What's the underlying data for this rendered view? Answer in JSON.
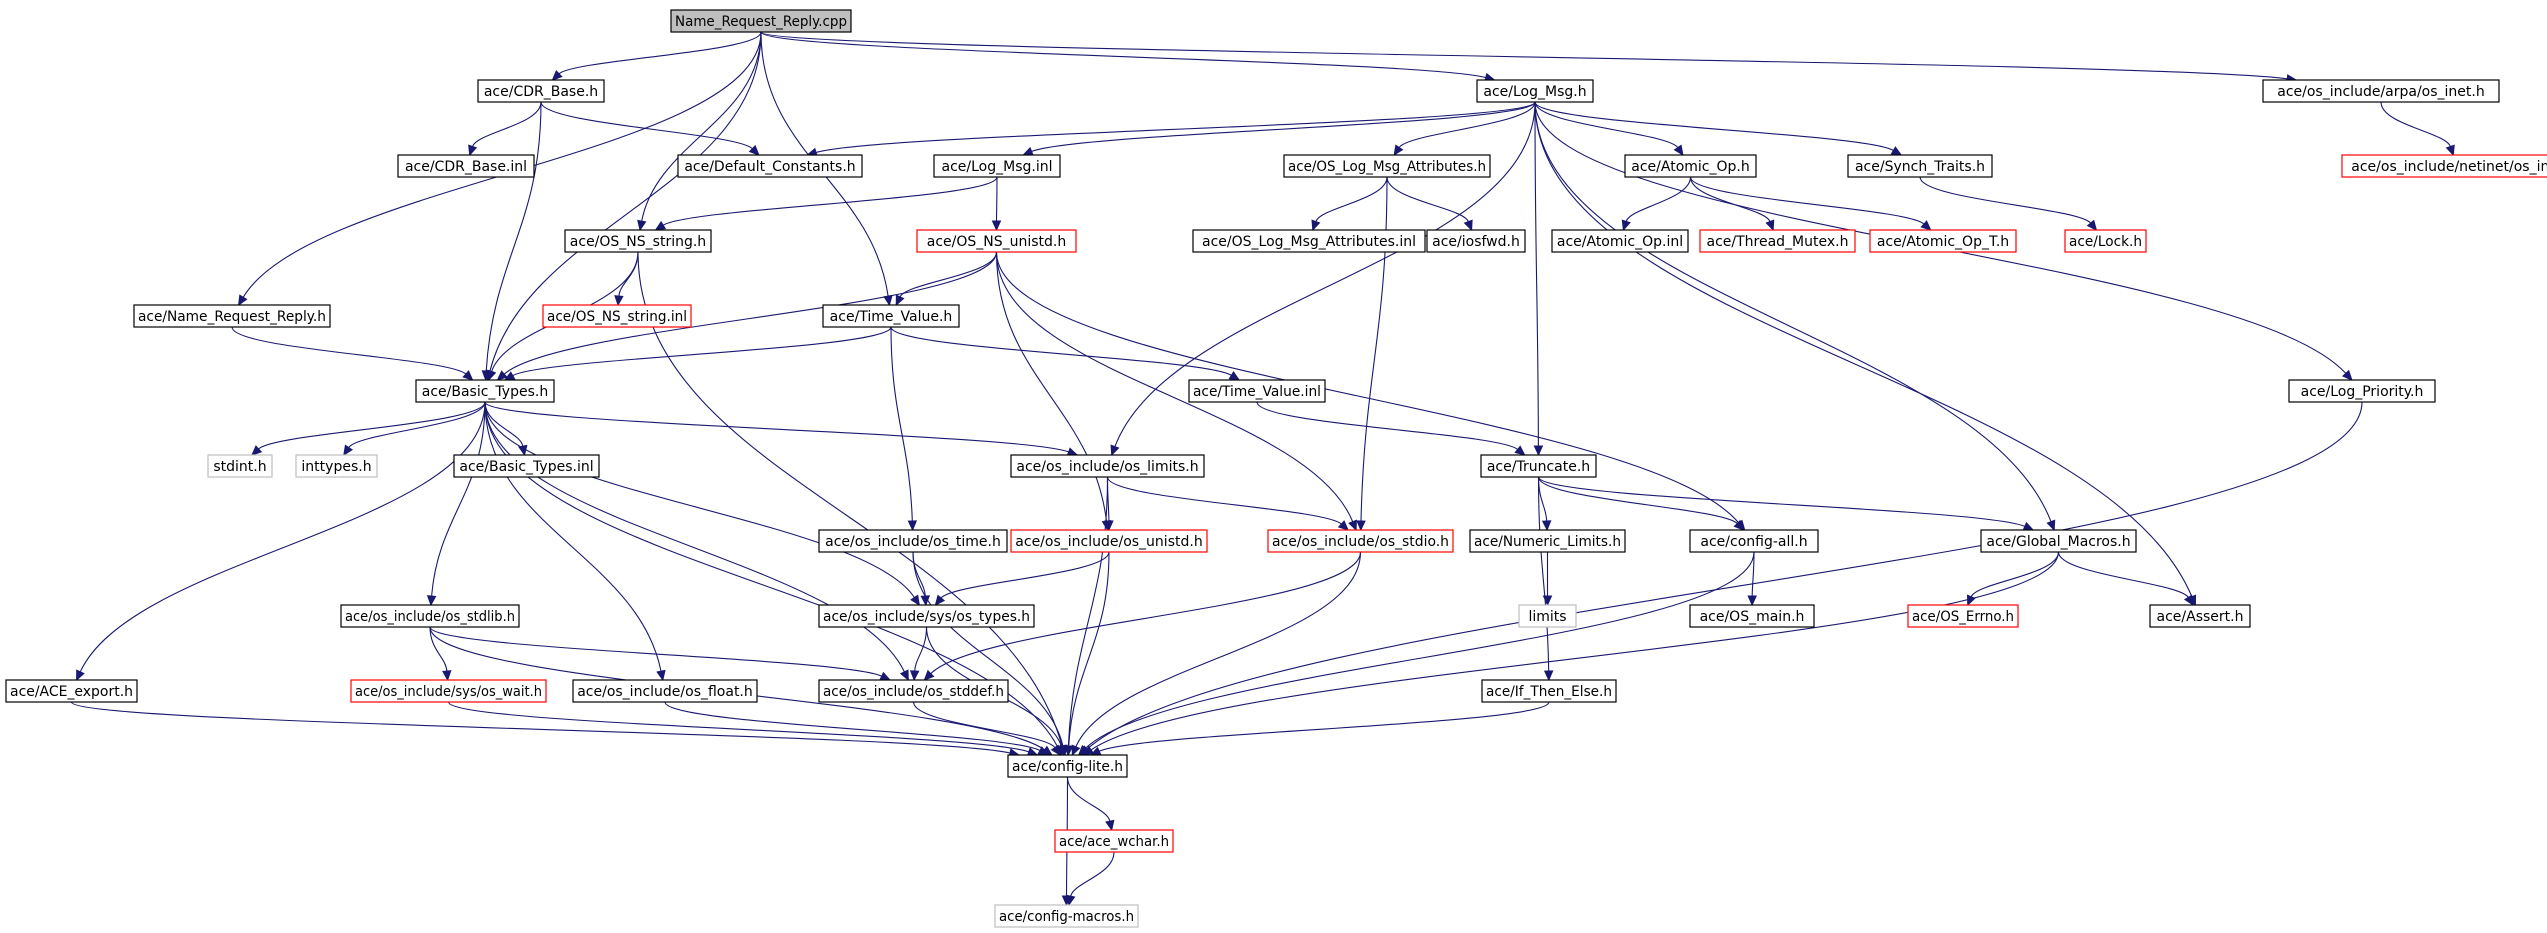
{
  "colors": {
    "edge": "#191970",
    "normal_border": "#000000",
    "truncated_border": "#ff0000",
    "system_border": "#bfbfbf",
    "root_fill": "#bfbfbf",
    "node_fill": "#ffffff"
  },
  "nodes": [
    {
      "id": "root",
      "label": "Name_Request_Reply.cpp",
      "style": "root"
    },
    {
      "id": "cdr_base_h",
      "label": "ace/CDR_Base.h",
      "style": "normal"
    },
    {
      "id": "log_msg_h",
      "label": "ace/Log_Msg.h",
      "style": "normal"
    },
    {
      "id": "os_inet_h",
      "label": "ace/os_include/arpa/os_inet.h",
      "style": "normal"
    },
    {
      "id": "os_in_h",
      "label": "ace/os_include/netinet/os_in.h",
      "style": "truncated"
    },
    {
      "id": "cdr_base_inl",
      "label": "ace/CDR_Base.inl",
      "style": "normal"
    },
    {
      "id": "default_constants_h",
      "label": "ace/Default_Constants.h",
      "style": "normal"
    },
    {
      "id": "log_msg_inl",
      "label": "ace/Log_Msg.inl",
      "style": "normal"
    },
    {
      "id": "os_log_msg_attr_h",
      "label": "ace/OS_Log_Msg_Attributes.h",
      "style": "normal"
    },
    {
      "id": "atomic_op_h",
      "label": "ace/Atomic_Op.h",
      "style": "normal"
    },
    {
      "id": "synch_traits_h",
      "label": "ace/Synch_Traits.h",
      "style": "normal"
    },
    {
      "id": "os_ns_string_h",
      "label": "ace/OS_NS_string.h",
      "style": "normal"
    },
    {
      "id": "os_ns_unistd_h",
      "label": "ace/OS_NS_unistd.h",
      "style": "truncated"
    },
    {
      "id": "os_log_msg_attr_inl",
      "label": "ace/OS_Log_Msg_Attributes.inl",
      "style": "normal"
    },
    {
      "id": "iosfwd_h",
      "label": "ace/iosfwd.h",
      "style": "normal"
    },
    {
      "id": "atomic_op_inl",
      "label": "ace/Atomic_Op.inl",
      "style": "normal"
    },
    {
      "id": "thread_mutex_h",
      "label": "ace/Thread_Mutex.h",
      "style": "truncated"
    },
    {
      "id": "atomic_op_t_h",
      "label": "ace/Atomic_Op_T.h",
      "style": "truncated"
    },
    {
      "id": "lock_h",
      "label": "ace/Lock.h",
      "style": "truncated"
    },
    {
      "id": "name_request_reply_h",
      "label": "ace/Name_Request_Reply.h",
      "style": "normal"
    },
    {
      "id": "os_ns_string_inl",
      "label": "ace/OS_NS_string.inl",
      "style": "truncated"
    },
    {
      "id": "time_value_h",
      "label": "ace/Time_Value.h",
      "style": "normal"
    },
    {
      "id": "basic_types_h",
      "label": "ace/Basic_Types.h",
      "style": "normal"
    },
    {
      "id": "time_value_inl",
      "label": "ace/Time_Value.inl",
      "style": "normal"
    },
    {
      "id": "log_priority_h",
      "label": "ace/Log_Priority.h",
      "style": "normal"
    },
    {
      "id": "stdint_h",
      "label": "stdint.h",
      "style": "system"
    },
    {
      "id": "inttypes_h",
      "label": "inttypes.h",
      "style": "system"
    },
    {
      "id": "basic_types_inl",
      "label": "ace/Basic_Types.inl",
      "style": "normal"
    },
    {
      "id": "os_limits_h",
      "label": "ace/os_include/os_limits.h",
      "style": "normal"
    },
    {
      "id": "truncate_h",
      "label": "ace/Truncate.h",
      "style": "normal"
    },
    {
      "id": "os_time_h",
      "label": "ace/os_include/os_time.h",
      "style": "normal"
    },
    {
      "id": "os_unistd_h",
      "label": "ace/os_include/os_unistd.h",
      "style": "truncated"
    },
    {
      "id": "os_stdio_h",
      "label": "ace/os_include/os_stdio.h",
      "style": "truncated"
    },
    {
      "id": "numeric_limits_h",
      "label": "ace/Numeric_Limits.h",
      "style": "normal"
    },
    {
      "id": "config_all_h",
      "label": "ace/config-all.h",
      "style": "normal"
    },
    {
      "id": "global_macros_h",
      "label": "ace/Global_Macros.h",
      "style": "normal"
    },
    {
      "id": "limits",
      "label": "limits",
      "style": "system"
    },
    {
      "id": "os_stdlib_h",
      "label": "ace/os_include/os_stdlib.h",
      "style": "normal"
    },
    {
      "id": "os_types_h",
      "label": "ace/os_include/sys/os_types.h",
      "style": "normal"
    },
    {
      "id": "os_main_h",
      "label": "ace/OS_main.h",
      "style": "normal"
    },
    {
      "id": "os_errno_h",
      "label": "ace/OS_Errno.h",
      "style": "truncated"
    },
    {
      "id": "assert_h",
      "label": "ace/Assert.h",
      "style": "normal"
    },
    {
      "id": "ace_export_h",
      "label": "ace/ACE_export.h",
      "style": "normal"
    },
    {
      "id": "os_wait_h",
      "label": "ace/os_include/sys/os_wait.h",
      "style": "truncated"
    },
    {
      "id": "os_float_h",
      "label": "ace/os_include/os_float.h",
      "style": "normal"
    },
    {
      "id": "os_stddef_h",
      "label": "ace/os_include/os_stddef.h",
      "style": "normal"
    },
    {
      "id": "if_then_else_h",
      "label": "ace/If_Then_Else.h",
      "style": "normal"
    },
    {
      "id": "config_lite_h",
      "label": "ace/config-lite.h",
      "style": "normal"
    },
    {
      "id": "ace_wchar_h",
      "label": "ace/ace_wchar.h",
      "style": "truncated"
    },
    {
      "id": "config_macros_h",
      "label": "ace/config-macros.h",
      "style": "system"
    }
  ],
  "edges": [
    [
      "root",
      "cdr_base_h"
    ],
    [
      "root",
      "log_msg_h"
    ],
    [
      "root",
      "os_inet_h"
    ],
    [
      "root",
      "name_request_reply_h"
    ],
    [
      "root",
      "basic_types_h"
    ],
    [
      "root",
      "os_ns_string_h"
    ],
    [
      "root",
      "time_value_h"
    ],
    [
      "os_inet_h",
      "os_in_h"
    ],
    [
      "cdr_base_h",
      "cdr_base_inl"
    ],
    [
      "cdr_base_h",
      "default_constants_h"
    ],
    [
      "cdr_base_h",
      "basic_types_h"
    ],
    [
      "log_msg_h",
      "default_constants_h"
    ],
    [
      "log_msg_h",
      "log_msg_inl"
    ],
    [
      "log_msg_h",
      "os_log_msg_attr_h"
    ],
    [
      "log_msg_h",
      "atomic_op_h"
    ],
    [
      "log_msg_h",
      "synch_traits_h"
    ],
    [
      "log_msg_h",
      "log_priority_h"
    ],
    [
      "log_msg_h",
      "os_limits_h"
    ],
    [
      "log_msg_h",
      "truncate_h"
    ],
    [
      "log_msg_h",
      "global_macros_h"
    ],
    [
      "log_msg_h",
      "assert_h"
    ],
    [
      "log_msg_inl",
      "os_ns_string_h"
    ],
    [
      "log_msg_inl",
      "os_ns_unistd_h"
    ],
    [
      "os_log_msg_attr_h",
      "os_log_msg_attr_inl"
    ],
    [
      "os_log_msg_attr_h",
      "iosfwd_h"
    ],
    [
      "os_log_msg_attr_h",
      "os_stdio_h"
    ],
    [
      "atomic_op_h",
      "atomic_op_inl"
    ],
    [
      "atomic_op_h",
      "thread_mutex_h"
    ],
    [
      "atomic_op_h",
      "atomic_op_t_h"
    ],
    [
      "synch_traits_h",
      "lock_h"
    ],
    [
      "os_ns_string_h",
      "os_ns_string_inl"
    ],
    [
      "os_ns_string_h",
      "basic_types_h"
    ],
    [
      "os_ns_string_h",
      "config_lite_h"
    ],
    [
      "os_ns_unistd_h",
      "time_value_h"
    ],
    [
      "os_ns_unistd_h",
      "basic_types_h"
    ],
    [
      "os_ns_unistd_h",
      "os_unistd_h"
    ],
    [
      "os_ns_unistd_h",
      "os_stdio_h"
    ],
    [
      "os_ns_unistd_h",
      "config_all_h"
    ],
    [
      "name_request_reply_h",
      "basic_types_h"
    ],
    [
      "time_value_h",
      "basic_types_h"
    ],
    [
      "time_value_h",
      "time_value_inl"
    ],
    [
      "time_value_h",
      "os_time_h"
    ],
    [
      "time_value_inl",
      "truncate_h"
    ],
    [
      "basic_types_h",
      "stdint_h"
    ],
    [
      "basic_types_h",
      "inttypes_h"
    ],
    [
      "basic_types_h",
      "basic_types_inl"
    ],
    [
      "basic_types_h",
      "os_limits_h"
    ],
    [
      "basic_types_h",
      "ace_export_h"
    ],
    [
      "basic_types_h",
      "config_lite_h"
    ],
    [
      "basic_types_h",
      "os_stdlib_h"
    ],
    [
      "basic_types_h",
      "os_float_h"
    ],
    [
      "basic_types_h",
      "os_types_h"
    ],
    [
      "basic_types_h",
      "os_stddef_h"
    ],
    [
      "os_limits_h",
      "os_unistd_h"
    ],
    [
      "os_limits_h",
      "os_stdio_h"
    ],
    [
      "os_limits_h",
      "config_lite_h"
    ],
    [
      "truncate_h",
      "numeric_limits_h"
    ],
    [
      "truncate_h",
      "config_all_h"
    ],
    [
      "truncate_h",
      "global_macros_h"
    ],
    [
      "truncate_h",
      "if_then_else_h"
    ],
    [
      "numeric_limits_h",
      "limits"
    ],
    [
      "config_all_h",
      "os_main_h"
    ],
    [
      "config_all_h",
      "config_lite_h"
    ],
    [
      "global_macros_h",
      "os_errno_h"
    ],
    [
      "global_macros_h",
      "assert_h"
    ],
    [
      "global_macros_h",
      "config_lite_h"
    ],
    [
      "log_priority_h",
      "config_lite_h"
    ],
    [
      "os_time_h",
      "os_types_h"
    ],
    [
      "os_time_h",
      "config_lite_h"
    ],
    [
      "os_unistd_h",
      "os_types_h"
    ],
    [
      "os_unistd_h",
      "config_lite_h"
    ],
    [
      "os_stdio_h",
      "os_stddef_h"
    ],
    [
      "os_stdio_h",
      "config_lite_h"
    ],
    [
      "os_stdlib_h",
      "os_wait_h"
    ],
    [
      "os_stdlib_h",
      "os_stddef_h"
    ],
    [
      "os_stdlib_h",
      "config_lite_h"
    ],
    [
      "os_types_h",
      "os_stddef_h"
    ],
    [
      "os_types_h",
      "config_lite_h"
    ],
    [
      "os_wait_h",
      "config_lite_h"
    ],
    [
      "os_float_h",
      "config_lite_h"
    ],
    [
      "os_stddef_h",
      "config_lite_h"
    ],
    [
      "ace_export_h",
      "config_lite_h"
    ],
    [
      "if_then_else_h",
      "config_lite_h"
    ],
    [
      "config_lite_h",
      "ace_wchar_h"
    ],
    [
      "config_lite_h",
      "config_macros_h"
    ],
    [
      "ace_wchar_h",
      "config_macros_h"
    ]
  ]
}
